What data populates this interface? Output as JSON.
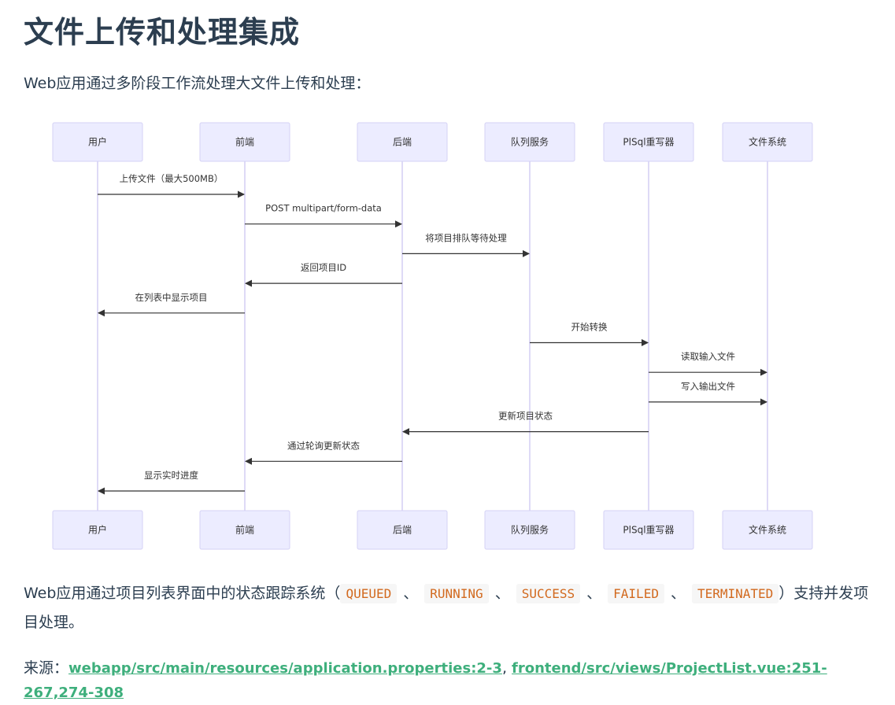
{
  "title": "文件上传和处理集成",
  "intro": "Web应用通过多阶段工作流处理大文件上传和处理：",
  "diagram": {
    "actors": [
      "用户",
      "前端",
      "后端",
      "队列服务",
      "PlSql重写器",
      "文件系统"
    ],
    "messages": [
      {
        "from": 0,
        "to": 1,
        "label": "上传文件（最大500MB）"
      },
      {
        "from": 1,
        "to": 2,
        "label": "POST multipart/form-data"
      },
      {
        "from": 2,
        "to": 3,
        "label": "将项目排队等待处理"
      },
      {
        "from": 2,
        "to": 1,
        "label": "返回项目ID"
      },
      {
        "from": 1,
        "to": 0,
        "label": "在列表中显示项目"
      },
      {
        "from": 3,
        "to": 4,
        "label": "开始转换"
      },
      {
        "from": 4,
        "to": 5,
        "label": "读取输入文件"
      },
      {
        "from": 4,
        "to": 5,
        "label": "写入输出文件"
      },
      {
        "from": 4,
        "to": 2,
        "label": "更新项目状态"
      },
      {
        "from": 2,
        "to": 1,
        "label": "通过轮询更新状态"
      },
      {
        "from": 1,
        "to": 0,
        "label": "显示实时进度"
      }
    ]
  },
  "status_text": {
    "prefix": "Web应用通过项目列表界面中的状态跟踪系统（",
    "statuses": [
      "QUEUED",
      "RUNNING",
      "SUCCESS",
      "FAILED",
      "TERMINATED"
    ],
    "separator": "、",
    "suffix": "）支持并发项目处理。"
  },
  "source": {
    "label": "来源：",
    "links": [
      {
        "text": "webapp/src/main/resources/application.properties:2-3"
      },
      {
        "text": "frontend/src/views/ProjectList.vue:251-267,274-308"
      }
    ],
    "link_separator": ", "
  }
}
